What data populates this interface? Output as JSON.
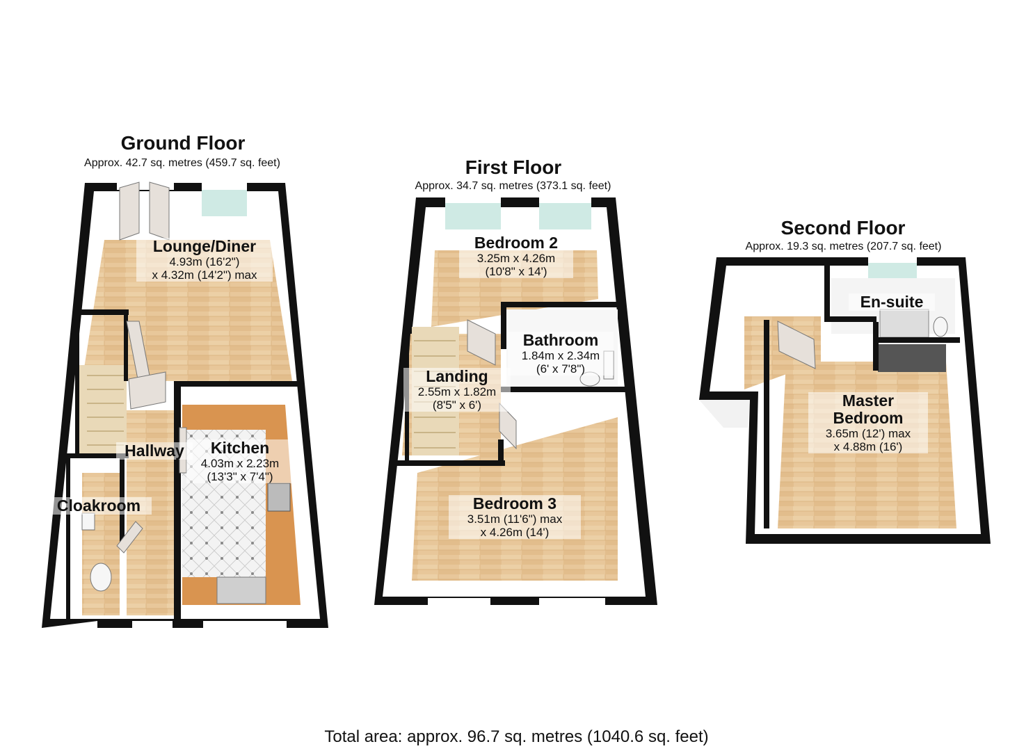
{
  "floors": {
    "ground": {
      "title": "Ground Floor",
      "area": "Approx. 42.7 sq. metres (459.7 sq. feet)",
      "rooms": {
        "lounge": {
          "name": "Lounge/Diner",
          "dim1": "4.93m (16'2\")",
          "dim2": "x 4.32m (14'2\") max"
        },
        "kitchen": {
          "name": "Kitchen",
          "dim1": "4.03m x 2.23m",
          "dim2": "(13'3\" x 7'4\")"
        },
        "hallway": {
          "name": "Hallway"
        },
        "cloakroom": {
          "name": "Cloakroom"
        }
      }
    },
    "first": {
      "title": "First Floor",
      "area": "Approx. 34.7 sq. metres (373.1 sq. feet)",
      "rooms": {
        "bedroom2": {
          "name": "Bedroom 2",
          "dim1": "3.25m x 4.26m",
          "dim2": "(10'8\" x 14')"
        },
        "bathroom": {
          "name": "Bathroom",
          "dim1": "1.84m x 2.34m",
          "dim2": "(6' x 7'8\")"
        },
        "landing": {
          "name": "Landing",
          "dim1": "2.55m x 1.82m",
          "dim2": "(8'5\" x 6')"
        },
        "bedroom3": {
          "name": "Bedroom 3",
          "dim1": "3.51m (11'6\") max",
          "dim2": "x 4.26m (14')"
        }
      }
    },
    "second": {
      "title": "Second Floor",
      "area": "Approx. 19.3 sq. metres (207.7 sq. feet)",
      "rooms": {
        "ensuite": {
          "name": "En-suite"
        },
        "master": {
          "name1": "Master",
          "name2": "Bedroom",
          "dim1": "3.65m (12') max",
          "dim2": "x 4.88m (16')"
        }
      }
    }
  },
  "total_area": "Total area: approx. 96.7 sq. metres (1040.6 sq. feet)",
  "colors": {
    "wall": "#111111",
    "floor_wood": "#e8c79a",
    "kitchen_tile": "#f2f2f2",
    "counter": "#d99450",
    "window": "#cfeae4",
    "door": "#e6e0da"
  }
}
